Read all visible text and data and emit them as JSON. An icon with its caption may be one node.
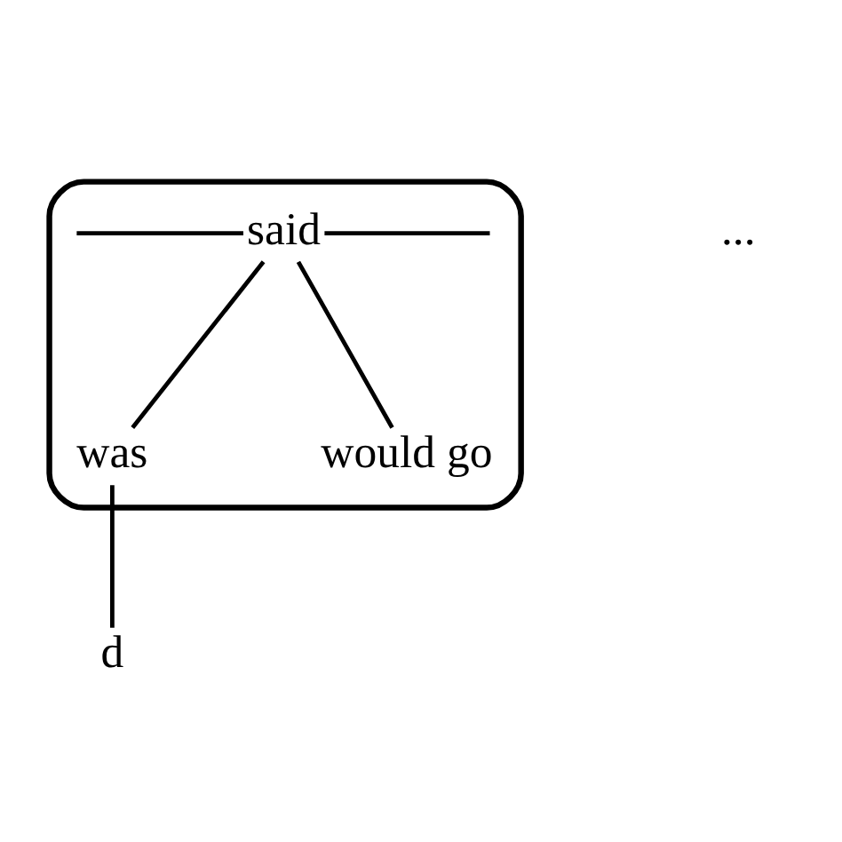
{
  "diagram": {
    "nodes": [
      {
        "text": [],
        "shape": "cloud"
      },
      {
        "text": [
          "said"
        ],
        "in": 0
      },
      {
        "text": [
          "was"
        ],
        "in": 0
      },
      {
        "text": [
          "would go"
        ],
        "in": 0
      },
      {
        "text": [
          "d"
        ]
      }
    ],
    "edges": [
      {
        "from": null,
        "to": 1,
        "arrow": "none"
      },
      {
        "from": 1,
        "to": null,
        "arrow": "none"
      },
      {
        "from": 1,
        "to": 2,
        "arrow": "none"
      },
      {
        "from": 1,
        "to": 3,
        "arrow": "none"
      },
      {
        "from": 2,
        "to": 4,
        "arrow": "none"
      }
    ],
    "labels": [
      "..."
    ]
  }
}
